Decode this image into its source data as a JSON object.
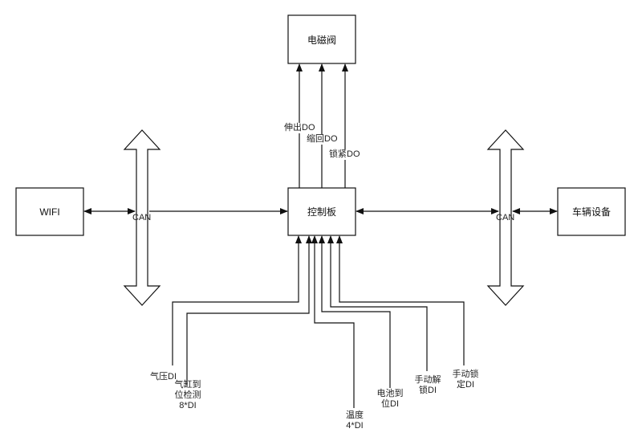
{
  "nodes": {
    "wifi": "WIFI",
    "controller": "控制板",
    "valve": "电磁阀",
    "vehicle": "车辆设备"
  },
  "bus": {
    "left": "CAN",
    "right": "CAN"
  },
  "outputs": {
    "extend": "伸出DO",
    "retract": "缩回DO",
    "lock": "锁紧DO"
  },
  "inputs": {
    "air_pressure": "气压DI",
    "cylinder_line1": "气缸到",
    "cylinder_line2": "位检测",
    "cylinder_line3": "8*DI",
    "temp_line1": "温度",
    "temp_line2": "4*DI",
    "battery_line1": "电池到",
    "battery_line2": "位DI",
    "manual_unlock_line1": "手动解",
    "manual_unlock_line2": "锁DI",
    "manual_lock_line1": "手动锁",
    "manual_lock_line2": "定DI"
  }
}
